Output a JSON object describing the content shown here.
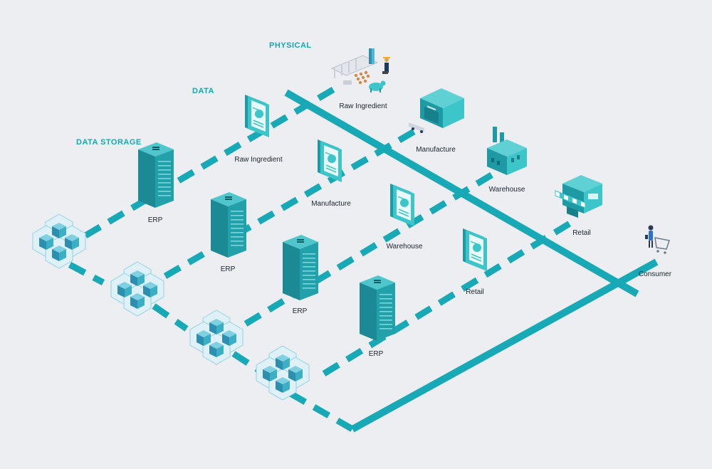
{
  "layers": {
    "physical": "PHYSICAL",
    "data": "DATA",
    "data_storage": "DATA STORAGE"
  },
  "physical_nodes": {
    "raw_ingredient": "Raw Ingredient",
    "manufacture": "Manufacture",
    "warehouse": "Warehouse",
    "retail": "Retail",
    "consumer": "Consumer"
  },
  "data_nodes": {
    "raw_ingredient": "Raw Ingredient",
    "manufacture": "Manufacture",
    "warehouse": "Warehouse",
    "retail": "Retail"
  },
  "storage_nodes": {
    "erp_1": "ERP",
    "erp_2": "ERP",
    "erp_3": "ERP",
    "erp_4": "ERP"
  },
  "colors": {
    "background": "#eceef1",
    "accent": "#14a8b3",
    "track": "#17a9b5",
    "server_dark": "#1c7f8a",
    "server_light": "#2fb3bd",
    "document": "#3cc6c9",
    "block": "#3bb0c4"
  }
}
